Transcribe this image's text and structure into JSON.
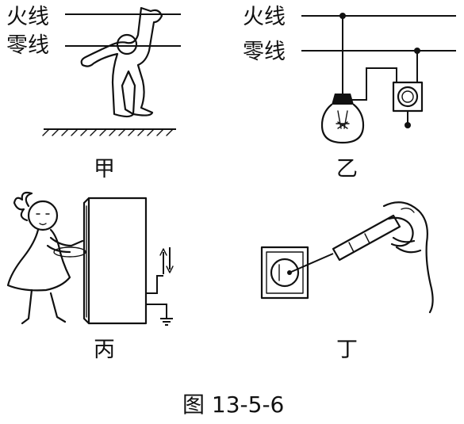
{
  "panel_jia": {
    "live_wire_label": "火线",
    "neutral_wire_label": "零线",
    "caption": "甲"
  },
  "panel_yi": {
    "live_wire_label": "火线",
    "neutral_wire_label": "零线",
    "caption": "乙"
  },
  "panel_bing": {
    "caption": "丙"
  },
  "panel_ding": {
    "caption": "丁"
  },
  "figure_caption": "图 13-5-6"
}
